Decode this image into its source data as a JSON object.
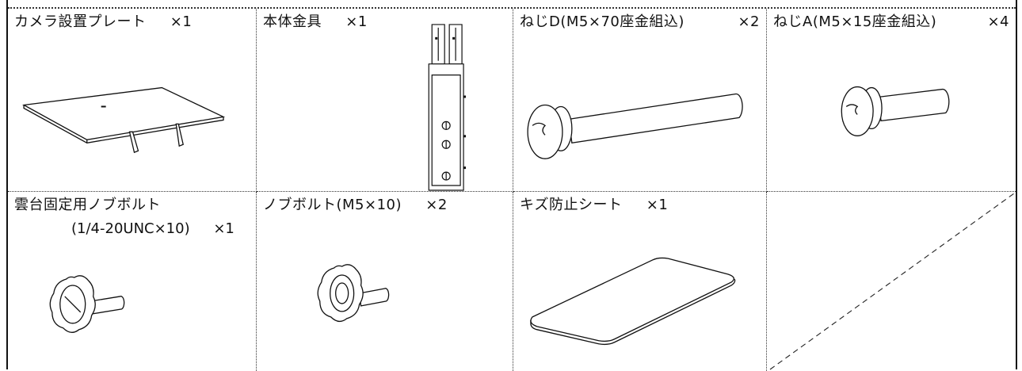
{
  "items": [
    {
      "name": "カメラ設置プレート",
      "qty": "×1"
    },
    {
      "name": "本体金具",
      "qty": "×1"
    },
    {
      "name": "ねじD(M5×70座金組込)",
      "qty": "×2"
    },
    {
      "name": "ねじA(M5×15座金組込)",
      "qty": "×4"
    },
    {
      "name": "雲台固定用ノブボルト",
      "name2": "(1/4-20UNC×10)",
      "qty": "×1"
    },
    {
      "name": "ノブボルト(M5×10)",
      "qty": "×2"
    },
    {
      "name": "キズ防止シート",
      "qty": "×1"
    }
  ]
}
